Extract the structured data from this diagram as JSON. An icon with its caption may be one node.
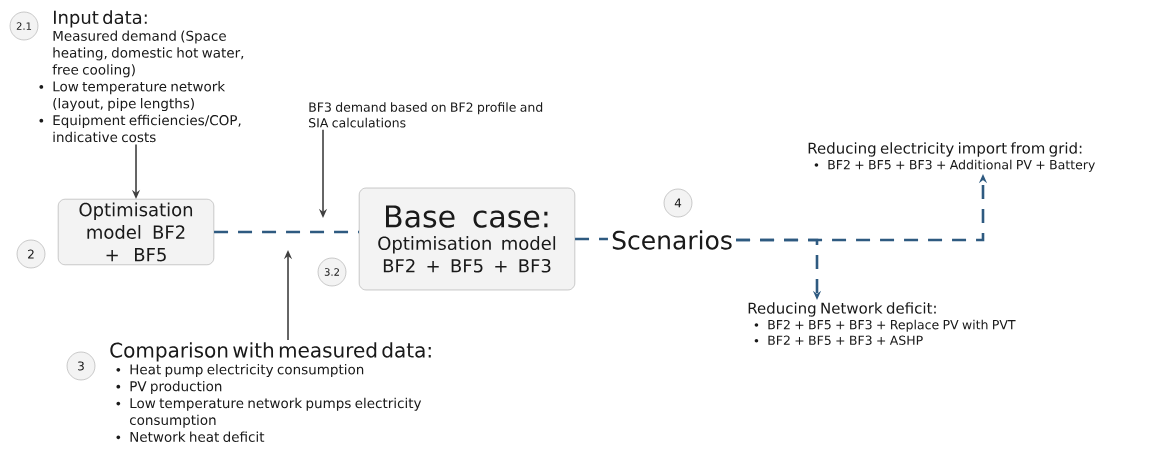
{
  "diagram": {
    "nodes": [
      {
        "text": [
          "2.1"
        ]
      },
      {
        "text": [
          "Input data:",
          "Measured demand (Space heating, domestic hot water, free cooling)",
          "Low temperature network (layout, pipe lengths)",
          "Equipment efficiencies/COP, indicative costs"
        ]
      },
      {
        "text": [
          "2"
        ]
      },
      {
        "text": [
          "Optimisation model BF2 + BF5"
        ]
      },
      {
        "text": [
          "BF3 demand based on BF2 profile and SIA calculations"
        ]
      },
      {
        "text": [
          "3.2"
        ]
      },
      {
        "text": [
          "Base case:",
          "Optimisation model BF2 + BF5 + BF3"
        ]
      },
      {
        "text": [
          "4"
        ]
      },
      {
        "text": [
          "Scenarios"
        ]
      },
      {
        "text": [
          "Reducing electricity import from grid:",
          "BF2 + BF5 + BF3 + Additional PV + Battery"
        ]
      },
      {
        "text": [
          "Reducing Network deficit:",
          "BF2 + BF5 + BF3 + Replace PV with PVT",
          "BF2 + BF5 + BF3 + ASHP"
        ]
      },
      {
        "text": [
          "3"
        ]
      },
      {
        "text": [
          "Comparison with measured data:",
          "Heat pump electricity consumption",
          "PV production",
          "Low temperature network pumps electricity consumption",
          "Network heat deficit"
        ]
      }
    ],
    "edges": [
      {
        "from": 1,
        "to": 3,
        "arrow": "to",
        "color": "#404040"
      },
      {
        "from": 3,
        "to": 6,
        "arrow": "none",
        "style": "dashed"
      },
      {
        "from": 4,
        "to": null,
        "arrow": "to",
        "color": "#404040"
      },
      {
        "from": 12,
        "to": null,
        "arrow": "to",
        "color": "#404040"
      },
      {
        "from": 6,
        "to": 8,
        "arrow": "none",
        "style": "dashed"
      },
      {
        "from": 8,
        "to": 9,
        "arrow": "to",
        "style": "dashed"
      },
      {
        "from": 8,
        "to": 10,
        "arrow": "to",
        "style": "dashed"
      }
    ]
  }
}
